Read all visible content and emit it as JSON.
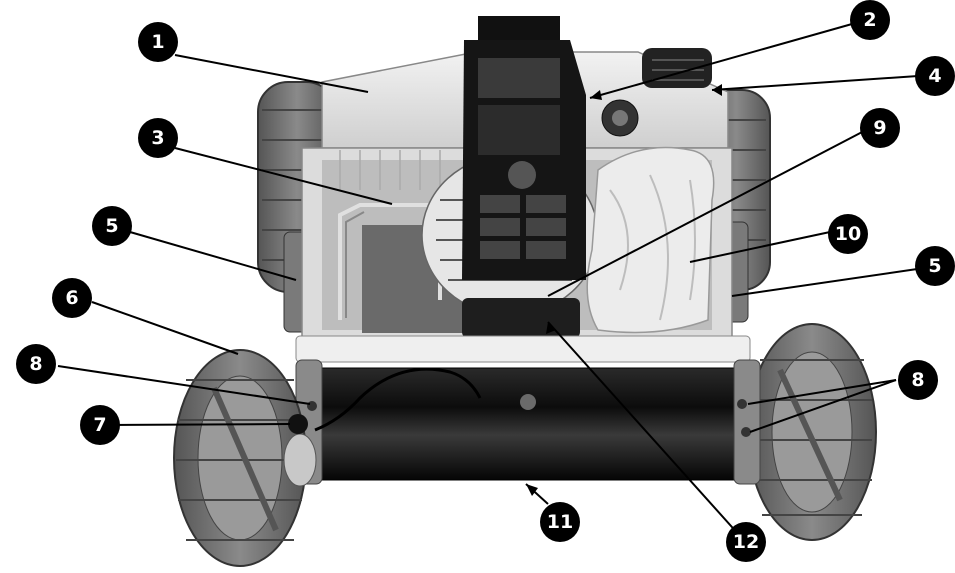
{
  "figure": {
    "subject": "robotic pool cleaner, exploded/parts-callout photo",
    "callouts": [
      {
        "id": "c1",
        "label": "1"
      },
      {
        "id": "c2",
        "label": "2"
      },
      {
        "id": "c3",
        "label": "3"
      },
      {
        "id": "c4",
        "label": "4"
      },
      {
        "id": "c5a",
        "label": "5"
      },
      {
        "id": "c5b",
        "label": "5"
      },
      {
        "id": "c6",
        "label": "6"
      },
      {
        "id": "c7",
        "label": "7"
      },
      {
        "id": "c8a",
        "label": "8"
      },
      {
        "id": "c8b",
        "label": "8"
      },
      {
        "id": "c9",
        "label": "9"
      },
      {
        "id": "c10",
        "label": "10"
      },
      {
        "id": "c11",
        "label": "11"
      },
      {
        "id": "c12",
        "label": "12"
      }
    ]
  },
  "colors": {
    "badge": "#000000",
    "badge_text": "#ffffff",
    "leader": "#000000",
    "body_light": "#e8e8e8",
    "tire": "#6e6e6e",
    "dark": "#1a1a1a"
  }
}
